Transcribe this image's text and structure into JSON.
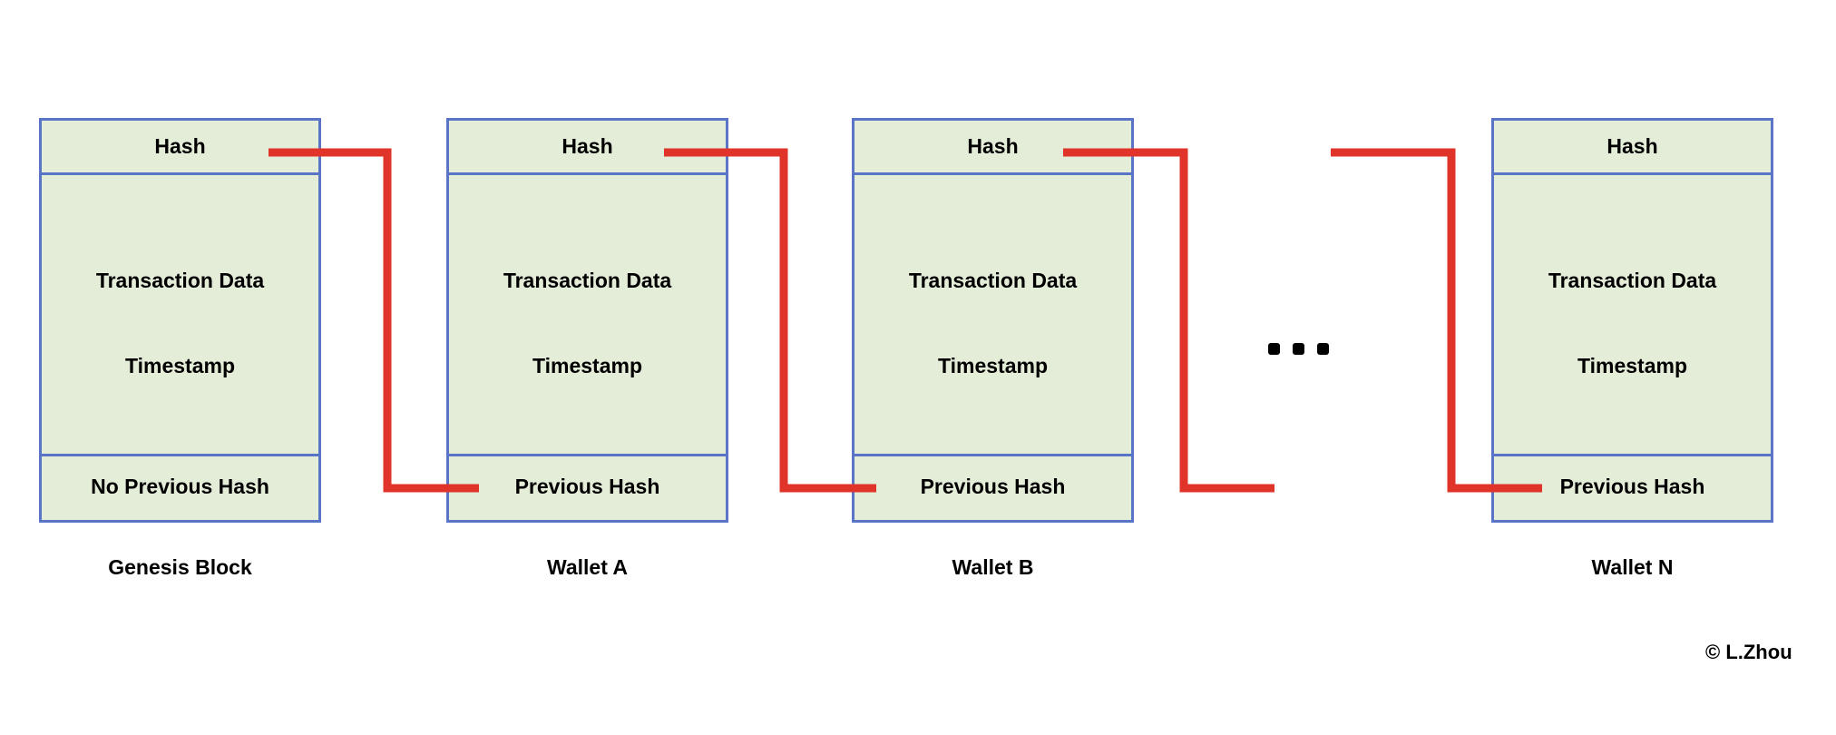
{
  "blocks": [
    {
      "hash": "Hash",
      "transaction_data": "Transaction Data",
      "timestamp": "Timestamp",
      "previous_hash": "No Previous Hash",
      "caption": "Genesis Block"
    },
    {
      "hash": "Hash",
      "transaction_data": "Transaction Data",
      "timestamp": "Timestamp",
      "previous_hash": "Previous Hash",
      "caption": "Wallet A"
    },
    {
      "hash": "Hash",
      "transaction_data": "Transaction Data",
      "timestamp": "Timestamp",
      "previous_hash": "Previous Hash",
      "caption": "Wallet B"
    },
    {
      "hash": "Hash",
      "transaction_data": "Transaction Data",
      "timestamp": "Timestamp",
      "previous_hash": "Previous Hash",
      "caption": "Wallet N"
    }
  ],
  "ellipsis": "...",
  "copyright": "© L.Zhou",
  "colors": {
    "block_border": "#5a75c7",
    "block_fill": "#e4edd8",
    "link_line": "#e0342a",
    "text": "#000000"
  }
}
